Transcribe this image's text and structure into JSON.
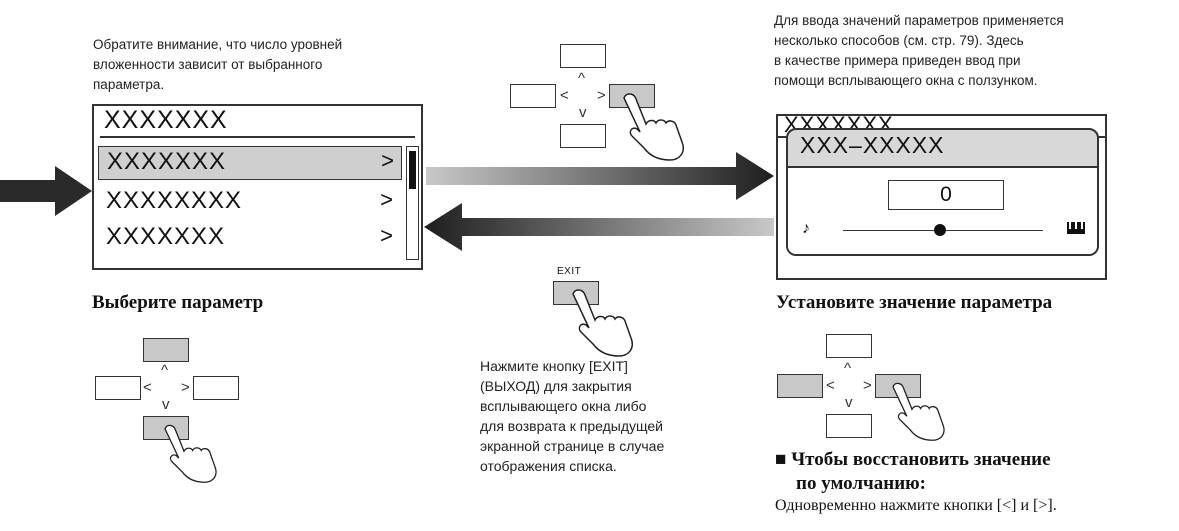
{
  "notes": {
    "nesting": "Обратите внимание, что число уровней\nвложенности зависит от выбранного\nпараметра.",
    "input_methods": "Для ввода значений параметров применяется\nнесколько способов (см. стр. 79). Здесь\nв качестве примера приведен ввод при\nпомощи всплывающего окна с ползунком.",
    "exit": "Нажмите кнопку [EXIT]\n(ВЫХОД) для закрытия\nвсплывающего окна либо\nдля возврата к предыдущей\nэкранной странице в случае\nотображения списка."
  },
  "list_screen": {
    "title": "XXXXXXX",
    "rows": [
      {
        "label": "XXXXXXX",
        "chevron": ">"
      },
      {
        "label": "XXXXXXXX",
        "chevron": ">"
      },
      {
        "label": "XXXXXXX",
        "chevron": ">"
      }
    ]
  },
  "popup_screen": {
    "background_title": "XXXXXXX",
    "title": "XXX–XXXXX",
    "value": "0",
    "low_icon": "eighth-note-icon",
    "high_icon": "piano-keys-icon"
  },
  "headings": {
    "select": "Выберите параметр",
    "set_value": "Установите значение параметра"
  },
  "keys": {
    "exit_label": "EXIT",
    "caret_up": "^",
    "caret_down": "v",
    "caret_left": "<",
    "caret_right": ">"
  },
  "reset": {
    "title_line1": "Чтобы восстановить значение",
    "title_line2": "по умолчанию:",
    "text": "Одновременно нажмите кнопки [<] и [>]."
  },
  "colors": {
    "key_pressed": "#c8c8c8",
    "arrow_dark": "#222222",
    "arrow_light": "#c8c8c8"
  }
}
